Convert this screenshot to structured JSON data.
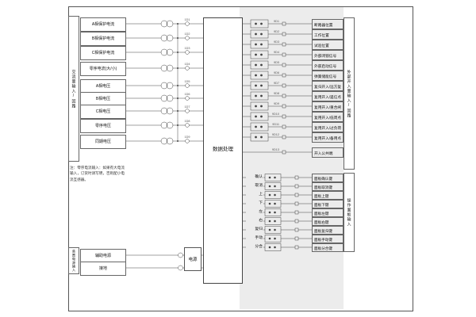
{
  "analog": {
    "vertical_label": "交流量输入/回路",
    "rows": [
      {
        "label": "A相保护电流",
        "pin": "1D1"
      },
      {
        "label": "B相保护电流",
        "pin": "1D2"
      },
      {
        "label": "C相保护电流",
        "pin": "1D3"
      },
      {
        "label": "零序电流(大/小)",
        "pin": "1D4"
      },
      {
        "label": "A相电压",
        "pin": "1D5"
      },
      {
        "label": "B相电压",
        "pin": "1D6"
      },
      {
        "label": "C相电压",
        "pin": "1D7"
      },
      {
        "label": "零序电压",
        "pin": "1D8"
      },
      {
        "label": "同期电压",
        "pin": "1D9"
      }
    ]
  },
  "center": {
    "label": "数据处理"
  },
  "binary": {
    "vertical_label": "外部开入量输入/回路",
    "rows": [
      {
        "label": "断路器位置",
        "pin": "9D1"
      },
      {
        "label": "工作位置",
        "pin": "9D2"
      },
      {
        "label": "试验位置",
        "pin": "9D3"
      },
      {
        "label": "外部闭锁信号",
        "pin": "9D4"
      },
      {
        "label": "外部启动信号",
        "pin": "9D5"
      },
      {
        "label": "弹簧储能信号",
        "pin": "9D6"
      },
      {
        "label": "复归开入/远方复归",
        "pin": "9D7"
      },
      {
        "label": "复用开入/遥信点",
        "pin": "9D8"
      },
      {
        "label": "复用开入/重合闸",
        "pin": "9D9"
      },
      {
        "label": "复用开入/低周点",
        "pin": "9D10"
      },
      {
        "label": "复用开入/过负荷",
        "pin": "9D11"
      },
      {
        "label": "复用开入/备用点",
        "pin": "9D12"
      },
      {
        "label": "开入公共端",
        "pin": "9D13"
      }
    ]
  },
  "panel": {
    "vertical_label": "操作面板输入",
    "rows": [
      {
        "key": "确认",
        "label": "面板确认键"
      },
      {
        "key": "取消",
        "label": "面板取消键"
      },
      {
        "key": "上",
        "label": "面板上键"
      },
      {
        "key": "下",
        "label": "面板下键"
      },
      {
        "key": "左",
        "label": "面板左键"
      },
      {
        "key": "右",
        "label": "面板右键"
      },
      {
        "key": "复归",
        "label": "面板复归键"
      },
      {
        "key": "手动",
        "label": "面板手动键"
      },
      {
        "key": "分合",
        "label": "面板分合键"
      }
    ]
  },
  "power": {
    "vertical_label": "装置电源输入",
    "rows": [
      {
        "label": "辅助电源"
      },
      {
        "label": "接地"
      }
    ],
    "block_label": "电源"
  },
  "note": {
    "line1": "注：零序电流输入：如果有大电流",
    "line2": "输入，订货时请写明，否则配小电",
    "line3": "流互感器。"
  }
}
